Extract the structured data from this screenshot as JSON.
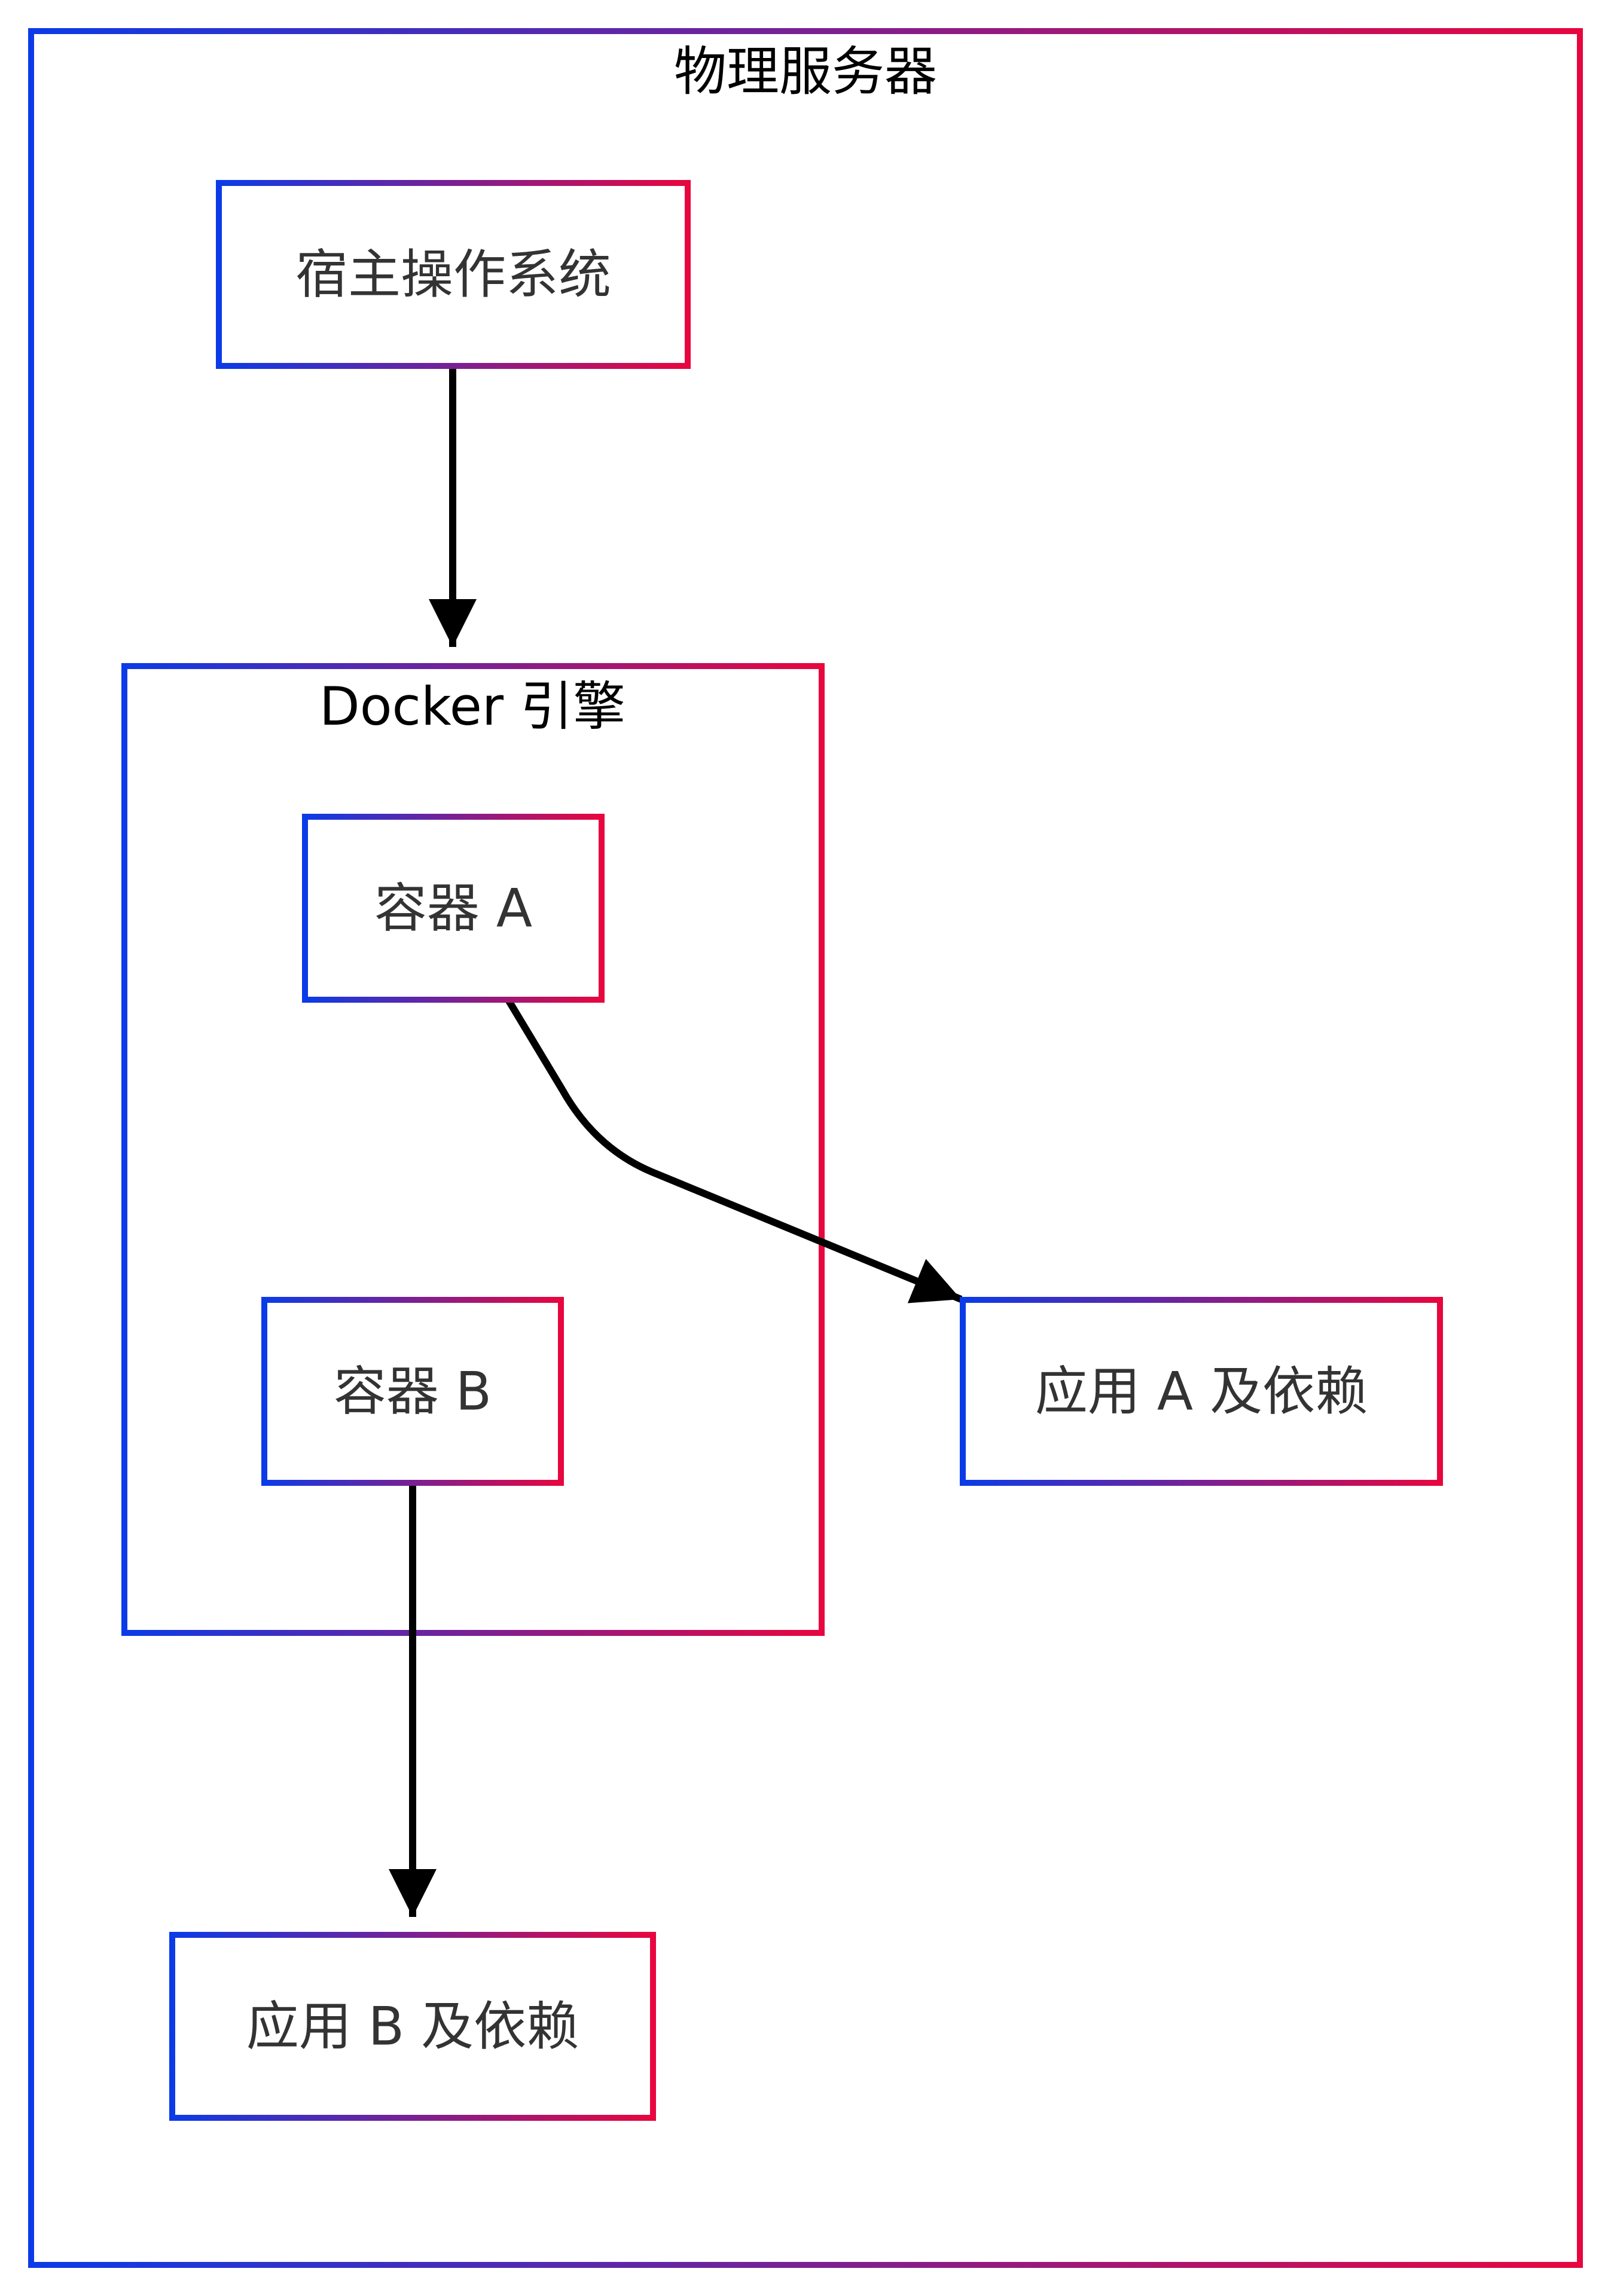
{
  "colors": {
    "border_gradient_start": "#0b3be8",
    "border_gradient_end": "#e8063f",
    "edge": "#000000",
    "node_text": "#333333",
    "cluster_text": "#000000",
    "background": "#ffffff"
  },
  "clusters": {
    "server": {
      "label": "物理服务器"
    },
    "docker": {
      "label": "Docker 引擎"
    }
  },
  "nodes": {
    "host_os": {
      "label": "宿主操作系统"
    },
    "container_a": {
      "label": "容器 A"
    },
    "container_b": {
      "label": "容器 B"
    },
    "app_a": {
      "label": "应用 A 及依赖"
    },
    "app_b": {
      "label": "应用 B 及依赖"
    }
  },
  "edges": [
    {
      "from": "宿主操作系统",
      "to": "Docker 引擎"
    },
    {
      "from": "容器 A",
      "to": "应用 A 及依赖"
    },
    {
      "from": "容器 B",
      "to": "应用 B 及依赖"
    }
  ]
}
